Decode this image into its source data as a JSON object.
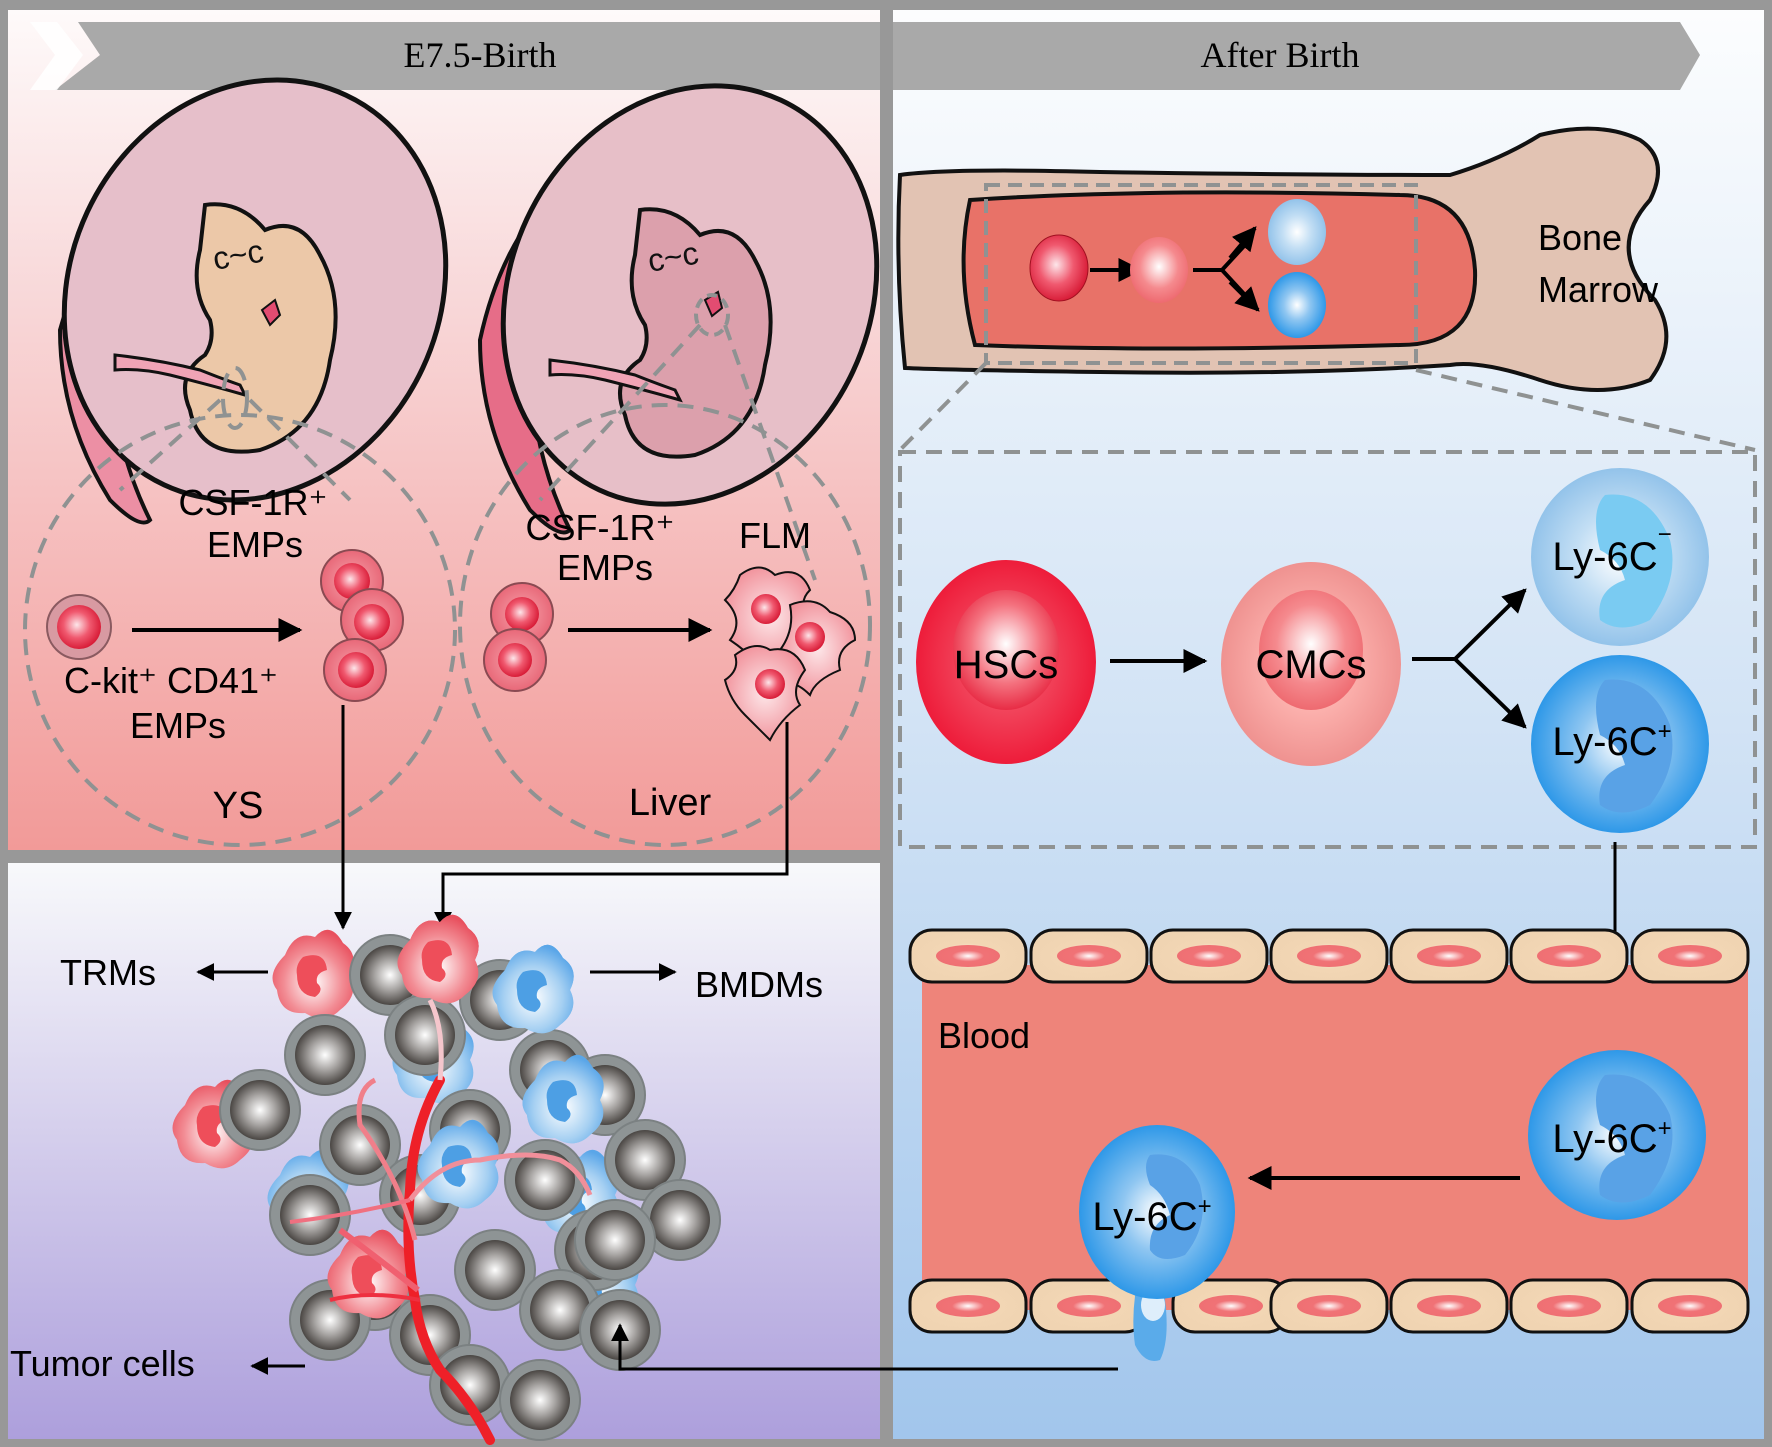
{
  "timeline": {
    "left_label": "E7.5-Birth",
    "right_label": "After Birth"
  },
  "embryonic": {
    "ys": {
      "source_label_line1": "C-kit⁺ CD41⁺",
      "source_label_line2": "EMPs",
      "target_label_line1": "CSF-1R⁺",
      "target_label_line2": "EMPs",
      "site_label": "YS"
    },
    "liver": {
      "source_label_line1": "CSF-1R⁺",
      "source_label_line2": "EMPs",
      "target_label": "FLM",
      "site_label": "Liver"
    }
  },
  "tumor": {
    "trm_label": "TRMs",
    "bmdm_label": "BMDMs",
    "tumor_label": "Tumor cells"
  },
  "bone_marrow": {
    "label_line1": "Bone",
    "label_line2": "Marrow",
    "hsc_label": "HSCs",
    "cmc_label": "CMCs",
    "ly6c_neg_label": "Ly-6C",
    "ly6c_neg_sup": "−",
    "ly6c_pos_label": "Ly-6C",
    "ly6c_pos_sup": "+"
  },
  "blood": {
    "label": "Blood",
    "monocyte1_label": "Ly-6C",
    "monocyte1_sup": "+",
    "monocyte2_label": "Ly-6C",
    "monocyte2_sup": "+"
  },
  "colors": {
    "frame": "#989898",
    "arrow_band": "#a9a9a9",
    "hsc_red": "#ee1c3a",
    "monocyte_blue": "#3a9ce6",
    "blood_red": "#ee847a",
    "endothelial": "#f2d6b4"
  }
}
